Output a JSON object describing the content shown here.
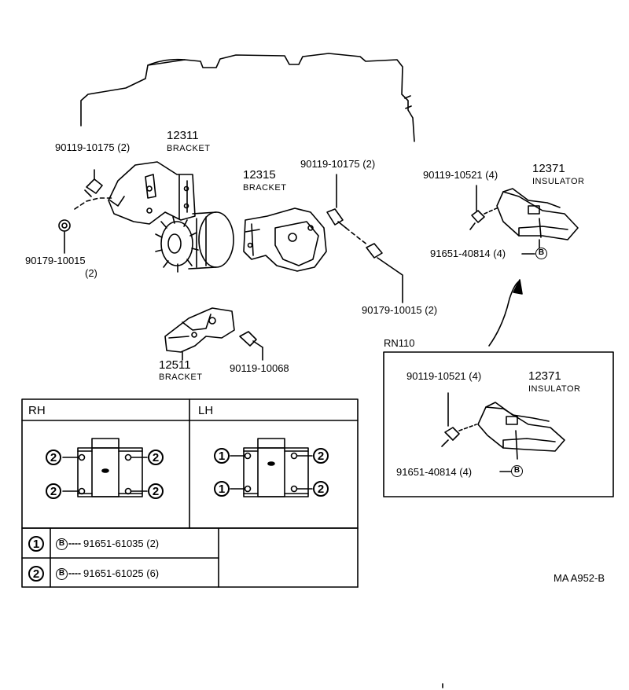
{
  "parts": {
    "p12311": "12311",
    "p12311_name": "BRACKET",
    "p90119_10175_left": "90119-10175 (2)",
    "p90179_10015_left": "90179-10015",
    "p90179_10015_left_qty": "(2)",
    "p12315": "12315",
    "p12315_name": "BRACKET",
    "p90119_10175_right": "90119-10175 (2)",
    "p90179_10015_right": "90179-10015 (2)",
    "p12511": "12511",
    "p12511_name": "BRACKET",
    "p90119_10068": "90119-10068",
    "p90119_10521_top": "90119-10521 (4)",
    "p12371_top": "12371",
    "p12371_top_name": "INSULATOR",
    "p91651_40814_top": "91651-40814 (4)",
    "rn110_title": "RN110",
    "p90119_10521_box": "90119-10521 (4)",
    "p12371_box": "12371",
    "p12371_box_name": "INSULATOR",
    "p91651_40814_box": "91651-40814 (4)",
    "b_symbol": "B"
  },
  "table": {
    "rh_label": "RH",
    "lh_label": "LH",
    "rh_bolts": [
      "2",
      "2",
      "2",
      "2"
    ],
    "lh_bolts": [
      "1",
      "2",
      "1",
      "2"
    ],
    "legend": [
      {
        "num": "1",
        "code": "B",
        "part": "91651-61035 (2)"
      },
      {
        "num": "2",
        "code": "B",
        "part": "91651-61025 (6)"
      }
    ]
  },
  "footer": {
    "ref": "MA A952-B"
  }
}
